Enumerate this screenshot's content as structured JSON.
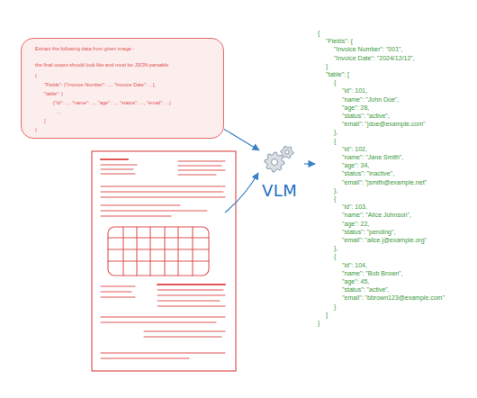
{
  "diagram": {
    "nodes": [
      {
        "text": [
          "Extract the following data from given image -",
          "the final output should look like and must be JSON parsable",
          "{",
          "\"Fields\": {\"Invoice Number\": ..., \"Invoice Date\": ...},",
          "\"table\": [",
          "{\"id\": ..., \"name\": ..., \"age\": ..., \"status\": ..., \"email\": ...}",
          "...",
          "]",
          "}"
        ]
      },
      {
        "text": [
          "VLM"
        ]
      },
      {
        "text": [
          "{",
          "\"Fields\": {",
          "\"Invoice Number\": \"001\",",
          "\"Invoice Date\": \"2024/12/12\",",
          "}",
          "\"table\": [",
          "{",
          "\"id\": 101,",
          "\"name\": \"John Doe\",",
          "\"age\": 28,",
          "\"status\": \"active\",",
          "\"email\": \"jdoe@example.com\"",
          "},",
          "{",
          "\"id\": 102,",
          "\"name\": \"Jane Smith\",",
          "\"age\": 34,",
          "\"status\": \"inactive\",",
          "\"email\": \"jsmith@example.net\"",
          "},",
          "{",
          "\"id\": 103,",
          "\"name\": \"Alice Johnson\",",
          "\"age\": 22,",
          "\"status\": \"pending\",",
          "\"email\": \"alice.j@example.org\"",
          "},",
          "{",
          "\"id\": 104,",
          "\"name\": \"Bob Brown\",",
          "\"age\": 45,",
          "\"status\": \"active\",",
          "\"email\": \"bbrown123@example.com\"",
          "}",
          "]",
          "}"
        ]
      }
    ],
    "edges": [
      {
        "from": 0,
        "to": 1,
        "arrow": "to"
      },
      {
        "from": 1,
        "to": 2,
        "arrow": "to"
      }
    ]
  }
}
